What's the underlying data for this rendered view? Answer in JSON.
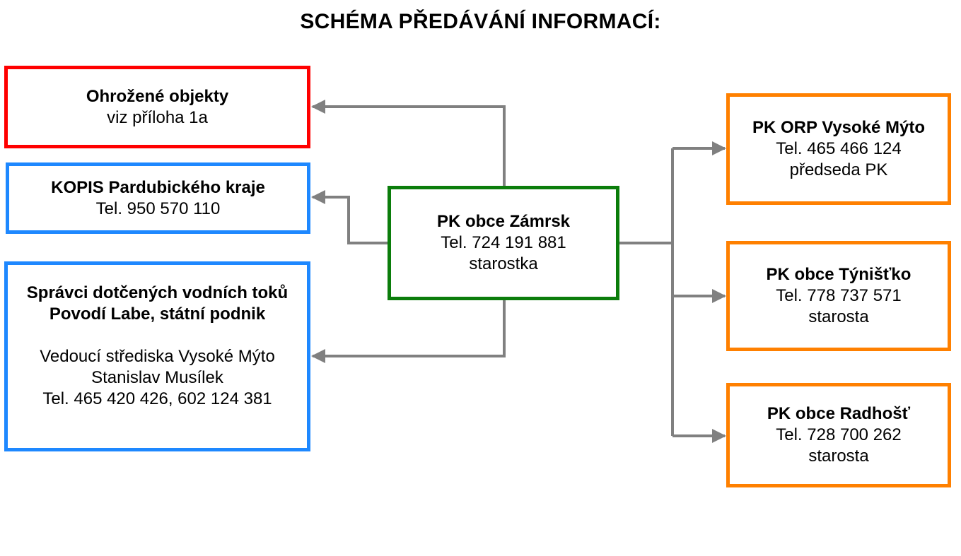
{
  "title": "SCHÉMA PŘEDÁVÁNÍ INFORMACÍ:",
  "colors": {
    "red": "#ff0000",
    "blue": "#1e88ff",
    "green": "#0b7d0b",
    "orange": "#ff8000",
    "connector": "#808080"
  },
  "center": {
    "name": "PK obce Zámrsk",
    "phone": "Tel. 724 191 881",
    "role": "starostka"
  },
  "left": {
    "objects": {
      "name": "Ohrožené objekty",
      "note": "viz příloha 1a"
    },
    "kopis": {
      "name": "KOPIS Pardubického kraje",
      "phone": "Tel. 950 570 110"
    },
    "water": {
      "name_line1": "Správci dotčených vodních toků",
      "name_line2": "Povodí Labe, státní podnik",
      "contact_line1": "Vedoucí střediska Vysoké Mýto",
      "contact_line2": "Stanislav Musílek",
      "phone": "Tel. 465 420 426, 602 124 381"
    }
  },
  "right": {
    "orp": {
      "name": "PK ORP Vysoké Mýto",
      "phone": "Tel. 465 466 124",
      "role": "předseda PK"
    },
    "tynistko": {
      "name": "PK obce Týnišťko",
      "phone": "Tel. 778 737 571",
      "role": "starosta"
    },
    "radhost": {
      "name": "PK obce Radhošť",
      "phone": "Tel. 728 700 262",
      "role": "starosta"
    }
  }
}
